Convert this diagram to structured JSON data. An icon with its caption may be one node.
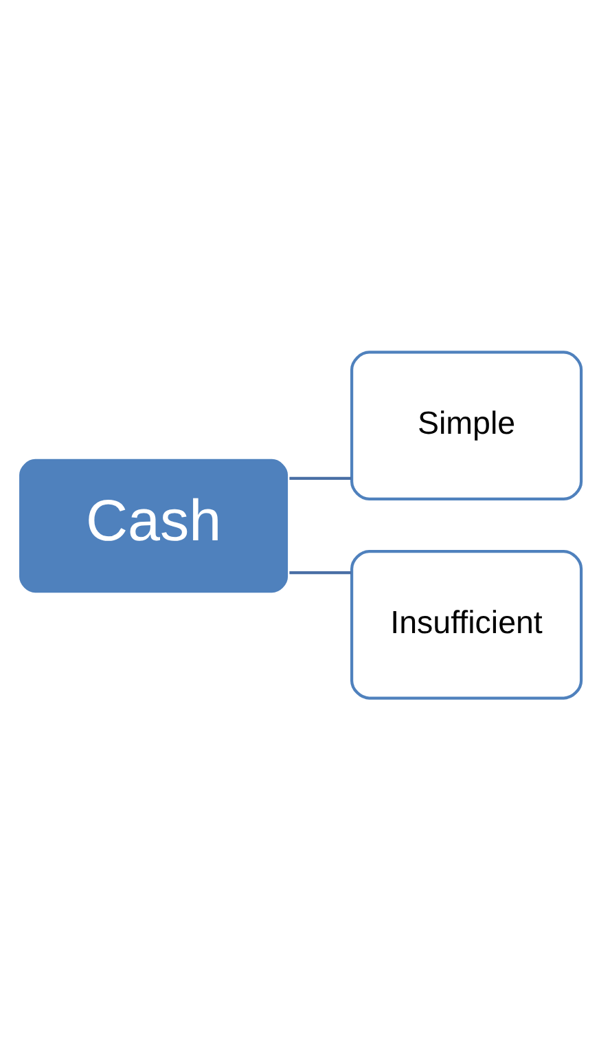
{
  "diagram": {
    "nodes": [
      {
        "text": [
          "Cash"
        ]
      },
      {
        "text": [
          "Simple"
        ]
      },
      {
        "text": [
          "Insufficient"
        ]
      }
    ],
    "edges": [
      {
        "from": 0,
        "to": 1,
        "arrow": "none"
      },
      {
        "from": 0,
        "to": 2,
        "arrow": "none"
      }
    ]
  }
}
